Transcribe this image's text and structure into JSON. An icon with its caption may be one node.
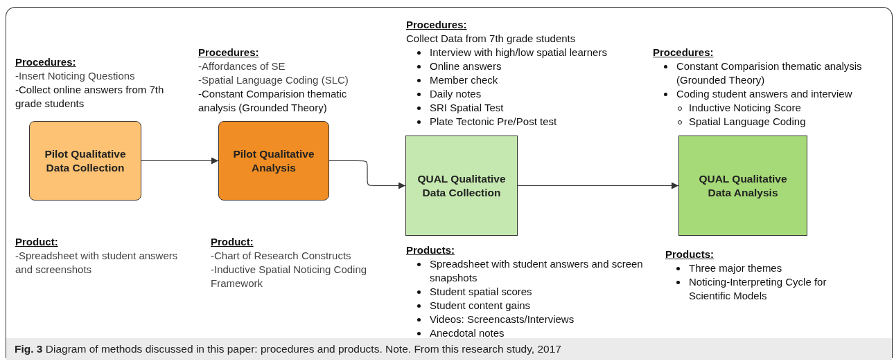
{
  "diagram": {
    "caption": "**Fig. 3** Diagram of methods discussed in this paper: procedures and products. Note. From this research study, 2017",
    "nodes": [
      {
        "text": [
          "Pilot Qualitative Data Collection"
        ]
      },
      {
        "text": [
          "Pilot Qualitative Analysis"
        ]
      },
      {
        "text": [
          "QUAL Qualitative Data Collection"
        ]
      },
      {
        "text": [
          "QUAL Qualitative Data Analysis"
        ]
      }
    ],
    "edges": [
      {
        "from": 0,
        "to": 1,
        "arrow": "to"
      },
      {
        "from": 1,
        "to": 2,
        "arrow": "to"
      },
      {
        "from": 2,
        "to": 3,
        "arrow": "to"
      }
    ],
    "labels": [
      "Procedures:",
      "-Insert Noticing Questions",
      "-Collect online answers from 7th grade students",
      "Procedures:",
      "-Affordances of SE",
      "-Spatial Language Coding (SLC)",
      "-Constant Comparision thematic analysis (Grounded Theory)",
      "Procedures:",
      "Collect Data from 7th grade students",
      "Interview with high/low spatial learners",
      "Online answers",
      "Member check",
      "Daily notes",
      "SRI Spatial Test",
      "Plate Tectonic Pre/Post test",
      "Procedures:",
      "Constant Comparision thematic analysis (Grounded Theory)",
      "Coding student answers and interview",
      "Inductive Noticing Score",
      "Spatial Language Coding",
      "Product:",
      "-Spreadsheet with student answers and screenshots",
      "Product:",
      "-Chart of Research Constructs",
      "-Inductive Spatial Noticing Coding Framework",
      "Products:",
      "Spreadsheet with student answers and screen snapshots",
      "Student spatial scores",
      "Student content gains",
      "Videos: Screencasts/Interviews",
      "Anecdotal notes",
      "Products:",
      "Three major themes",
      "Noticing-Interpreting Cycle for Scientific Models"
    ]
  }
}
